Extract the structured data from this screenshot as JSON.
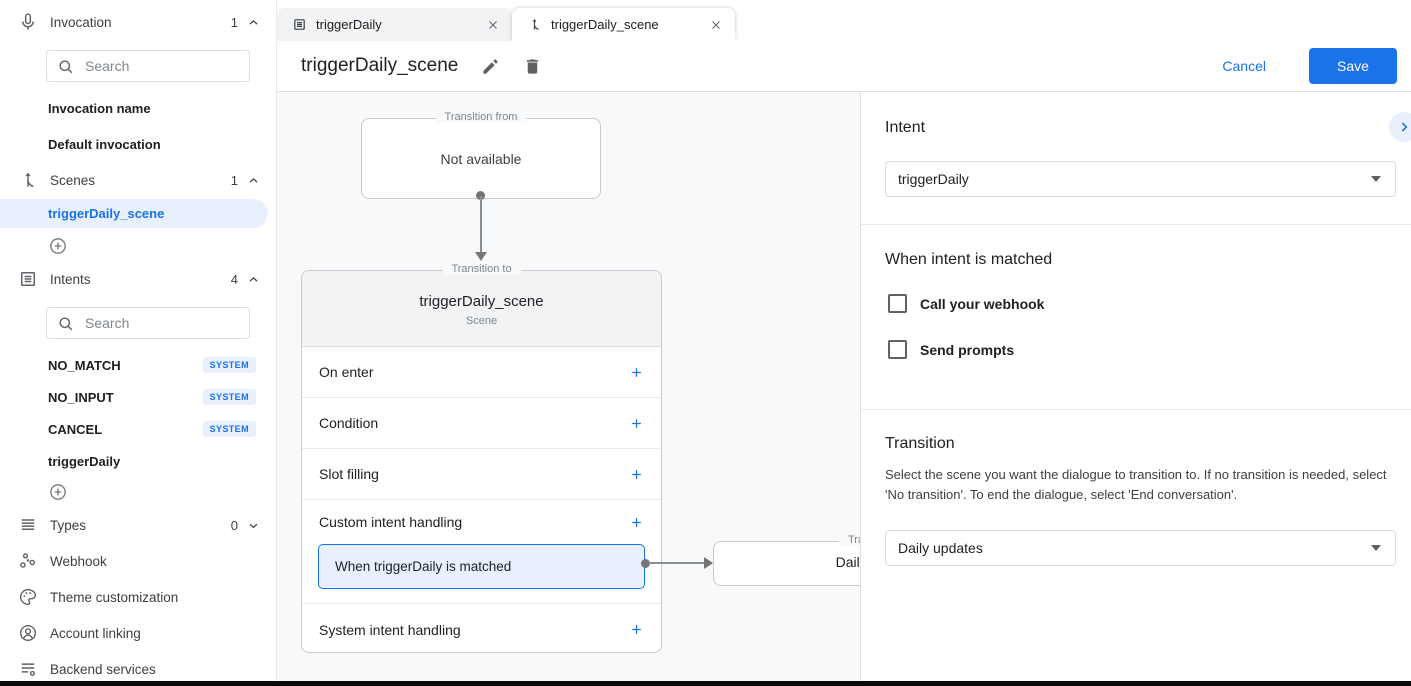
{
  "colors": {
    "accent": "#1a73e8",
    "selection_bg": "#e8f0fe",
    "canvas_bg": "#f8f9fa",
    "border": "#dadce0"
  },
  "sidebar": {
    "invocation": {
      "label": "Invocation",
      "count": "1",
      "search_placeholder": "Search",
      "items": [
        {
          "label": "Invocation name"
        },
        {
          "label": "Default invocation"
        }
      ]
    },
    "scenes": {
      "label": "Scenes",
      "count": "1",
      "selected_item": "triggerDaily_scene"
    },
    "intents": {
      "label": "Intents",
      "count": "4",
      "search_placeholder": "Search",
      "items": [
        {
          "label": "NO_MATCH",
          "badge": "SYSTEM"
        },
        {
          "label": "NO_INPUT",
          "badge": "SYSTEM"
        },
        {
          "label": "CANCEL",
          "badge": "SYSTEM"
        },
        {
          "label": "triggerDaily",
          "badge": ""
        }
      ]
    },
    "types": {
      "label": "Types",
      "count": "0"
    },
    "links": [
      {
        "label": "Webhook"
      },
      {
        "label": "Theme customization"
      },
      {
        "label": "Account linking"
      },
      {
        "label": "Backend services"
      }
    ]
  },
  "tabs": [
    {
      "label": "triggerDaily"
    },
    {
      "label": "triggerDaily_scene"
    }
  ],
  "header": {
    "title": "triggerDaily_scene",
    "cancel_label": "Cancel",
    "save_label": "Save"
  },
  "canvas": {
    "transition_from": {
      "legend": "Transition from",
      "text": "Not available"
    },
    "scene_card": {
      "legend": "Transition to",
      "title": "triggerDaily_scene",
      "subtitle": "Scene",
      "rows": [
        {
          "label": "On enter"
        },
        {
          "label": "Condition"
        },
        {
          "label": "Slot filling"
        },
        {
          "label": "Custom intent handling"
        },
        {
          "label": "System intent handling"
        }
      ],
      "matched_item": "When triggerDaily is matched"
    },
    "target_box": {
      "legend": "Transition to",
      "text": "Daily updates"
    }
  },
  "panel": {
    "intent": {
      "heading": "Intent",
      "value": "triggerDaily"
    },
    "when_matched": {
      "heading": "When intent is matched",
      "checkboxes": [
        {
          "label": "Call your webhook",
          "checked": false
        },
        {
          "label": "Send prompts",
          "checked": false
        }
      ]
    },
    "transition": {
      "heading": "Transition",
      "description": "Select the scene you want the dialogue to transition to. If no transition is needed, select 'No transition'. To end the dialogue, select 'End conversation'.",
      "value": "Daily updates"
    }
  }
}
